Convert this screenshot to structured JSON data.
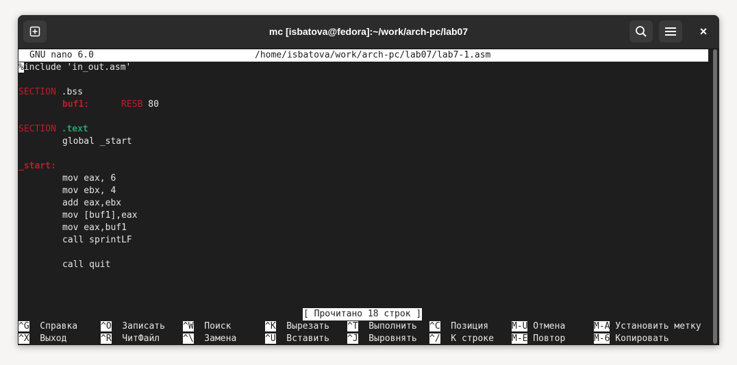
{
  "window": {
    "title": "mc [isbatova@fedora]:~/work/arch-pc/lab07"
  },
  "titlebar_icons": {
    "new_tab": "new-tab-icon",
    "search": "search-icon",
    "menu": "hamburger-menu-icon",
    "close": "close-icon",
    "close_glyph": "×"
  },
  "nano": {
    "version": "GNU nano 6.0",
    "file_path": "/home/isbatova/work/arch-pc/lab07/lab7-1.asm",
    "status_message": "[ Прочитано 18 строк ]"
  },
  "code": {
    "line1_cursor": "%",
    "line1_rest": "include 'in_out.asm'",
    "section_kw": "SECTION",
    "bss": " .bss",
    "buf1_label": "buf1:",
    "resb": "RESB",
    "resb_val": " 80",
    "text": ".text",
    "global_start": "global _start",
    "start_label": "_start:",
    "mov_eax_6": "mov eax, 6",
    "mov_ebx_4": "mov ebx, 4",
    "add": "add eax,ebx",
    "mov_buf1": "mov [buf1],eax",
    "mov_eax_buf1": "mov eax,buf1",
    "call_sprint": "call sprintLF",
    "call_quit": "call quit"
  },
  "shortcuts": [
    {
      "key": "^G",
      "label": "Справка"
    },
    {
      "key": "^O",
      "label": "Записать"
    },
    {
      "key": "^W",
      "label": "Поиск"
    },
    {
      "key": "^K",
      "label": "Вырезать"
    },
    {
      "key": "^T",
      "label": "Выполнить"
    },
    {
      "key": "^C",
      "label": "Позиция"
    },
    {
      "key": "M-U",
      "label": "Отмена"
    },
    {
      "key": "M-A",
      "label": "Установить метку"
    },
    {
      "key": "^X",
      "label": "Выход"
    },
    {
      "key": "^R",
      "label": "ЧитФайл"
    },
    {
      "key": "^\\",
      "label": "Замена"
    },
    {
      "key": "^U",
      "label": "Вставить"
    },
    {
      "key": "^J",
      "label": "Выровнять"
    },
    {
      "key": "^/",
      "label": "К строке"
    },
    {
      "key": "M-E",
      "label": "Повтор"
    },
    {
      "key": "M-6",
      "label": "Копировать"
    }
  ]
}
